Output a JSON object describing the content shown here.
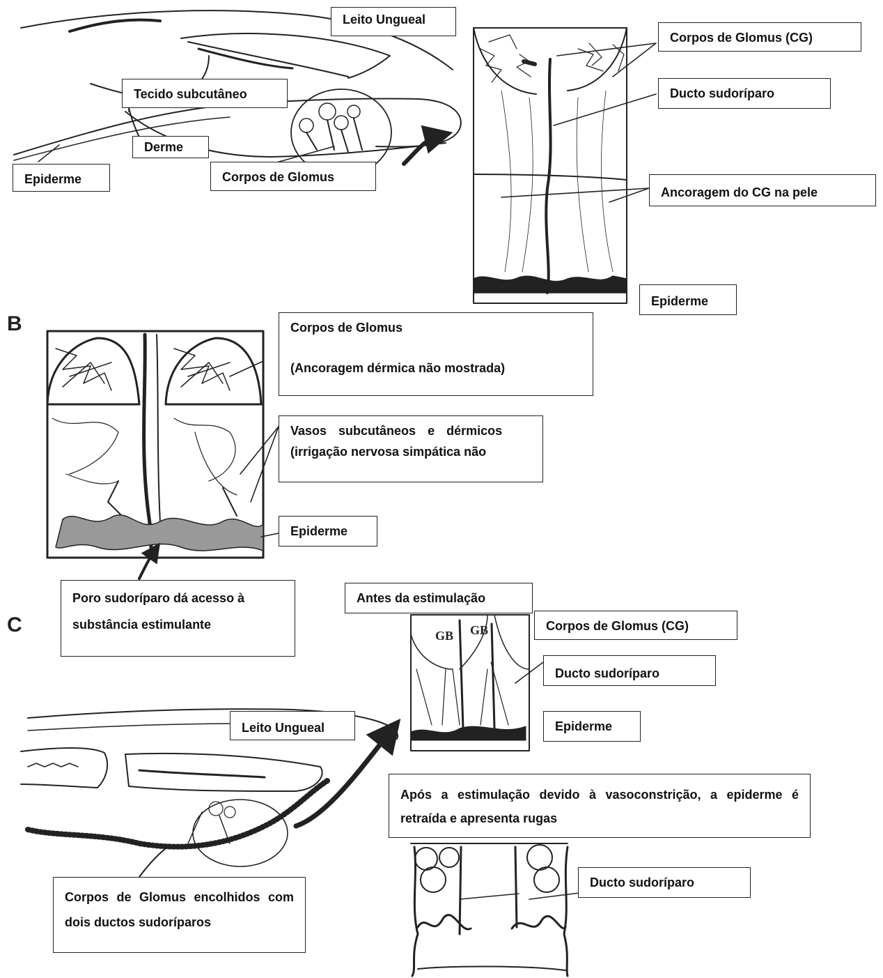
{
  "panels": {
    "b": "B",
    "c": "C"
  },
  "panel_a": {
    "leito_ungueal": "Leito Ungueal",
    "tecido_subcutaneo": "Tecido subcutâneo",
    "derme": "Derme",
    "epiderme": "Epiderme",
    "corpos_de_glomus": "Corpos de Glomus",
    "cg": "Corpos de Glomus (CG)",
    "ducto": "Ducto sudoríparo",
    "ancoragem": "Ancoragem do CG na pele",
    "epiderme_box": "Epiderme"
  },
  "panel_b": {
    "glomus_line1": "Corpos de Glomus",
    "glomus_line2": "(Ancoragem dérmica não mostrada)",
    "vasos_line1": "Vasos subcutâneos e dérmicos",
    "vasos_line2": "(irrigação nervosa simpática não",
    "epiderme": "Epiderme",
    "poro_line1": "Poro sudoríparo dá acesso à",
    "poro_line2": "substância estimulante"
  },
  "panel_c": {
    "antes": "Antes da estimulação",
    "cg": "Corpos de Glomus (CG)",
    "ducto": "Ducto sudoríparo",
    "epiderme": "Epiderme",
    "leito_ungueal": "Leito Ungueal",
    "apos": "Após a estimulação devido à vasoconstrição, a epiderme é retraída e apresenta rugas",
    "ducto_after": "Ducto sudoríparo",
    "encolhidos": "Corpos de Glomus encolhidos com dois ductos sudoríparos",
    "gb_mark": "GB"
  }
}
